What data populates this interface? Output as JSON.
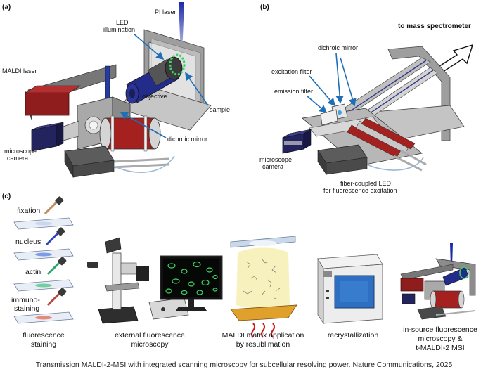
{
  "panels": {
    "a": "(a)",
    "b": "(b)",
    "c": "(c)"
  },
  "panel_a": {
    "pl_laser": "PI laser",
    "led_illumination_line1": "LED",
    "led_illumination_line2": "illumination",
    "maldi_laser": "MALDI laser",
    "objective": "objective",
    "sample": "sample",
    "dichroic_mirror": "dichroic mirror",
    "microscope_camera_line1": "microscope",
    "microscope_camera_line2": "camera"
  },
  "panel_b": {
    "to_mass_spectrometer": "to mass spectrometer",
    "dichroic_mirror": "dichroic mirror",
    "excitation_filter": "excitation filter",
    "emission_filter": "emission filter",
    "microscope_camera_line1": "microscope",
    "microscope_camera_line2": "camera",
    "fiber_led_line1": "fiber-coupled LED",
    "fiber_led_line2": "for fluorescence excitation"
  },
  "panel_c": {
    "fixation": "fixation",
    "nucleus": "nucleus",
    "actin": "actin",
    "immuno_line1": "immuno-",
    "immuno_line2": "staining",
    "steps": [
      {
        "line1": "fluorescence",
        "line2": "staining"
      },
      {
        "line1": "external fluorescence",
        "line2": "microscopy"
      },
      {
        "line1": "MALDI matrix application",
        "line2": "by resublimation"
      },
      {
        "line1": "recrystallization",
        "line2": ""
      },
      {
        "line1": "in-source fluorescence",
        "line2": "microscopy &",
        "line3": "t-MALDI-2 MSI"
      }
    ]
  },
  "caption": "Transmission MALDI-2-MSI with integrated scanning microscopy for subcellular resolving power. Nature Communications, 2025",
  "colors": {
    "arrow_blue": "#1f6fb8",
    "laser_red": "#8f1d1d",
    "objective_blue": "#232c8a",
    "metal_gray": "#b8b8b8",
    "cell_green": "#3fd06a"
  }
}
